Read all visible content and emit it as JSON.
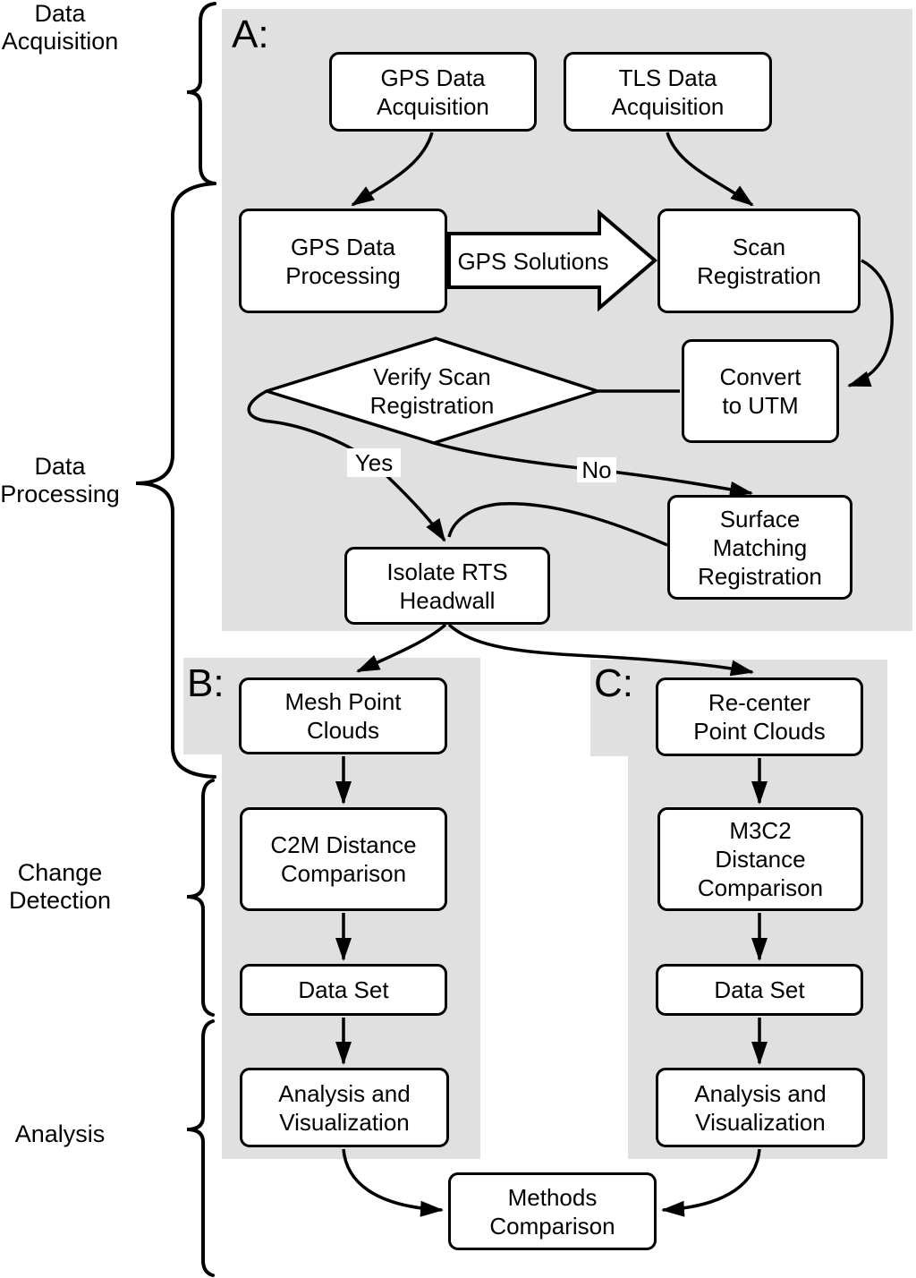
{
  "colors": {
    "panel_gray": "#e0e0e0",
    "node_fill": "#ffffff",
    "stroke": "#000000"
  },
  "section_labels": {
    "data_acquisition": {
      "lines": [
        "Data",
        "Acquisition"
      ]
    },
    "data_processing": {
      "lines": [
        "Data",
        "Processing"
      ]
    },
    "change_detection": {
      "lines": [
        "Change",
        "Detection"
      ]
    },
    "analysis": {
      "lines": [
        "Analysis"
      ]
    }
  },
  "panels": {
    "a": {
      "label": "A:"
    },
    "b": {
      "label": "B:"
    },
    "c": {
      "label": "C:"
    }
  },
  "nodes": {
    "gps_data_acquisition": {
      "lines": [
        "GPS Data",
        "Acquisition"
      ]
    },
    "tls_data_acquisition": {
      "lines": [
        "TLS Data",
        "Acquisition"
      ]
    },
    "gps_data_processing": {
      "lines": [
        "GPS Data",
        "Processing"
      ]
    },
    "scan_registration": {
      "lines": [
        "Scan",
        "Registration"
      ]
    },
    "convert_to_utm": {
      "lines": [
        "Convert",
        "to UTM"
      ]
    },
    "verify_scan_registration": {
      "lines": [
        "Verify Scan",
        "Registration"
      ]
    },
    "surface_matching_registration": {
      "lines": [
        "Surface",
        "Matching",
        "Registration"
      ]
    },
    "isolate_rts_headwall": {
      "lines": [
        "Isolate RTS",
        "Headwall"
      ]
    },
    "mesh_point_clouds": {
      "lines": [
        "Mesh Point",
        "Clouds"
      ]
    },
    "c2m_distance_comparison": {
      "lines": [
        "C2M Distance",
        "Comparison"
      ]
    },
    "data_set_b": {
      "lines": [
        "Data Set"
      ]
    },
    "analysis_visualization_b": {
      "lines": [
        "Analysis and",
        "Visualization"
      ]
    },
    "re_center_point_clouds": {
      "lines": [
        "Re-center",
        "Point Clouds"
      ]
    },
    "m3c2_distance_comparison": {
      "lines": [
        "M3C2",
        "Distance",
        "Comparison"
      ]
    },
    "data_set_c": {
      "lines": [
        "Data Set"
      ]
    },
    "analysis_visualization_c": {
      "lines": [
        "Analysis and",
        "Visualization"
      ]
    },
    "methods_comparison": {
      "lines": [
        "Methods",
        "Comparison"
      ]
    }
  },
  "edge_labels": {
    "yes": "Yes",
    "no": "No",
    "gps_solutions": "GPS Solutions"
  }
}
